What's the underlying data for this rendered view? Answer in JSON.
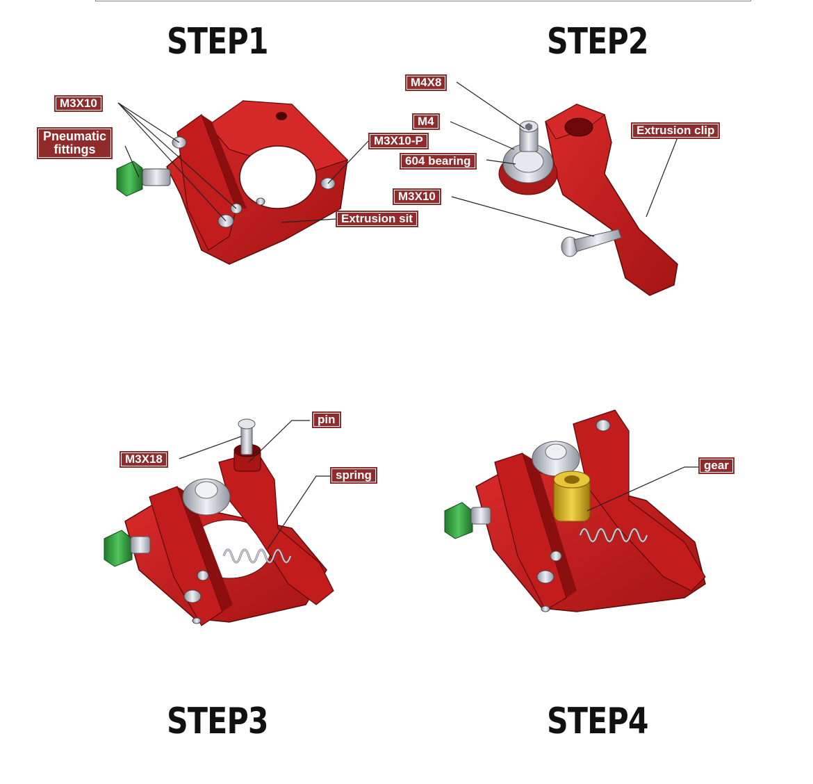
{
  "steps": [
    {
      "title": "STEP1"
    },
    {
      "title": "STEP2"
    },
    {
      "title": "STEP3"
    },
    {
      "title": "STEP4"
    }
  ],
  "labels": {
    "s1_m3x10": "M3X10",
    "s1_pneumatic": "Pneumatic\nfittings",
    "s1_m3x10p": "M3X10-P",
    "s1_extrusion_sit": "Extrusion sit",
    "s2_m4x8": "M4X8",
    "s2_m4": "M4",
    "s2_bearing": "604 bearing",
    "s2_m3x10": "M3X10",
    "s2_extrusion_clip": "Extrusion clip",
    "s3_m3x18": "M3X18",
    "s3_pin": "pin",
    "s3_spring": "spring",
    "s4_gear": "gear"
  },
  "colors": {
    "part_red": "#c21c1c",
    "part_dark_red": "#8c0f0f",
    "label_bg": "#8f2b2b",
    "fitting_green": "#2f9a3c",
    "gear_gold": "#d9b21e",
    "metal": "#c9ccd4"
  }
}
